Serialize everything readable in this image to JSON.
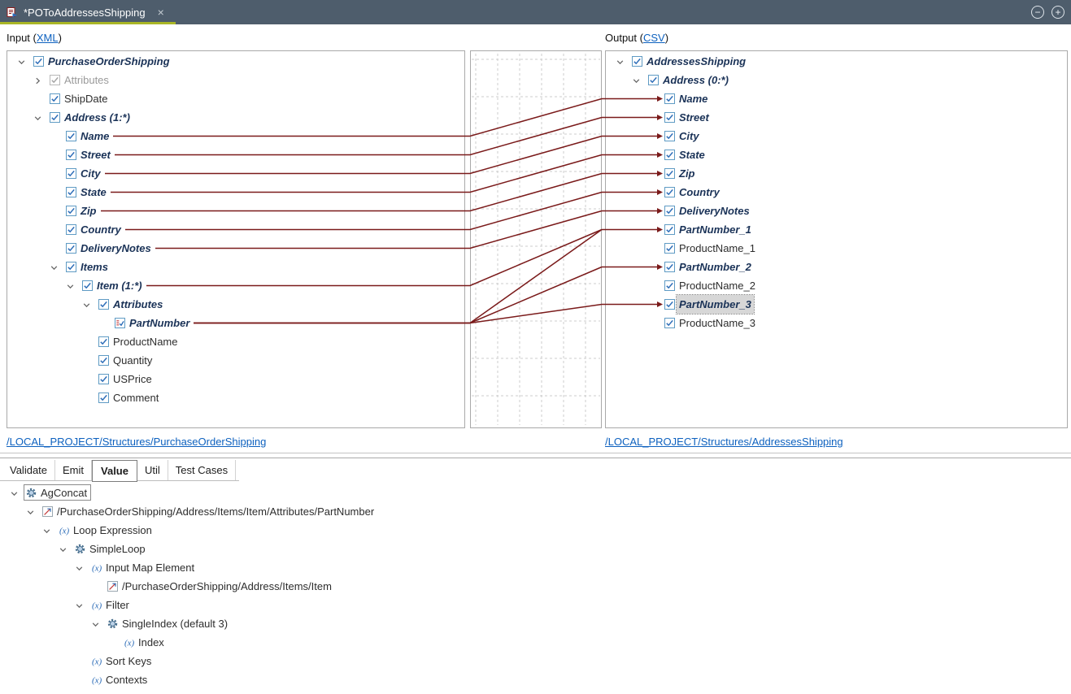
{
  "window": {
    "tab_title": "*POToAddressesShipping",
    "close_glyph": "×",
    "collapse_glyph": "−",
    "expand_glyph": "+",
    "tabbar_color": "#4e5d6c",
    "active_tab_underline_color": "#a9b626"
  },
  "mapper": {
    "input_label_prefix": "Input (",
    "input_label_link": "XML",
    "input_label_suffix": ")",
    "output_label_prefix": "Output (",
    "output_label_link": "CSV",
    "output_label_suffix": ")",
    "input_source_link": "/LOCAL_PROJECT/Structures/PurchaseOrderShipping",
    "output_source_link": "/LOCAL_PROJECT/Structures/AddressesShipping",
    "wire_color": "#7a1a1a",
    "link_color": "#0d61bf",
    "input_tree": [
      {
        "label": "PurchaseOrderShipping",
        "level": 0,
        "chevron": "open",
        "icon": "element",
        "emphasis": "strong"
      },
      {
        "label": "Attributes",
        "key": "InAttributesRoot",
        "level": 1,
        "chevron": "closed",
        "icon": "element-muted",
        "emphasis": "muted"
      },
      {
        "label": "ShipDate",
        "level": 1,
        "chevron": "none",
        "icon": "element",
        "emphasis": "normal"
      },
      {
        "label": "Address (1:*)",
        "key": "Address",
        "level": 1,
        "chevron": "open",
        "icon": "element",
        "emphasis": "strong"
      },
      {
        "label": "Name",
        "level": 2,
        "chevron": "none",
        "icon": "element",
        "emphasis": "strong"
      },
      {
        "label": "Street",
        "level": 2,
        "chevron": "none",
        "icon": "element",
        "emphasis": "strong"
      },
      {
        "label": "City",
        "level": 2,
        "chevron": "none",
        "icon": "element",
        "emphasis": "strong"
      },
      {
        "label": "State",
        "level": 2,
        "chevron": "none",
        "icon": "element",
        "emphasis": "strong"
      },
      {
        "label": "Zip",
        "level": 2,
        "chevron": "none",
        "icon": "element",
        "emphasis": "strong"
      },
      {
        "label": "Country",
        "level": 2,
        "chevron": "none",
        "icon": "element",
        "emphasis": "strong"
      },
      {
        "label": "DeliveryNotes",
        "level": 2,
        "chevron": "none",
        "icon": "element",
        "emphasis": "strong"
      },
      {
        "label": "Items",
        "level": 2,
        "chevron": "open",
        "icon": "element",
        "emphasis": "strong"
      },
      {
        "label": "Item (1:*)",
        "key": "Item",
        "level": 3,
        "chevron": "open",
        "icon": "element",
        "emphasis": "strong"
      },
      {
        "label": "Attributes",
        "key": "InAttributesItem",
        "level": 4,
        "chevron": "open",
        "icon": "element",
        "emphasis": "strong"
      },
      {
        "label": "PartNumber",
        "level": 5,
        "chevron": "none",
        "icon": "attribute",
        "emphasis": "strong"
      },
      {
        "label": "ProductName",
        "level": 4,
        "chevron": "none",
        "icon": "element",
        "emphasis": "normal"
      },
      {
        "label": "Quantity",
        "level": 4,
        "chevron": "none",
        "icon": "element",
        "emphasis": "normal"
      },
      {
        "label": "USPrice",
        "level": 4,
        "chevron": "none",
        "icon": "element",
        "emphasis": "normal"
      },
      {
        "label": "Comment",
        "level": 4,
        "chevron": "none",
        "icon": "element",
        "emphasis": "normal"
      }
    ],
    "output_tree": [
      {
        "label": "AddressesShipping",
        "level": 0,
        "chevron": "open",
        "icon": "element",
        "emphasis": "strong"
      },
      {
        "label": "Address (0:*)",
        "key": "AddressOut",
        "level": 1,
        "chevron": "open",
        "icon": "element",
        "emphasis": "strong"
      },
      {
        "label": "Name",
        "level": 2,
        "chevron": "none",
        "icon": "element",
        "emphasis": "strong",
        "arrow": true
      },
      {
        "label": "Street",
        "level": 2,
        "chevron": "none",
        "icon": "element",
        "emphasis": "strong",
        "arrow": true
      },
      {
        "label": "City",
        "level": 2,
        "chevron": "none",
        "icon": "element",
        "emphasis": "strong",
        "arrow": true
      },
      {
        "label": "State",
        "level": 2,
        "chevron": "none",
        "icon": "element",
        "emphasis": "strong",
        "arrow": true
      },
      {
        "label": "Zip",
        "level": 2,
        "chevron": "none",
        "icon": "element",
        "emphasis": "strong",
        "arrow": true
      },
      {
        "label": "Country",
        "level": 2,
        "chevron": "none",
        "icon": "element",
        "emphasis": "strong",
        "arrow": true
      },
      {
        "label": "DeliveryNotes",
        "level": 2,
        "chevron": "none",
        "icon": "element",
        "emphasis": "strong",
        "arrow": true
      },
      {
        "label": "PartNumber_1",
        "level": 2,
        "chevron": "none",
        "icon": "element",
        "emphasis": "strong",
        "arrow": true
      },
      {
        "label": "ProductName_1",
        "level": 2,
        "chevron": "none",
        "icon": "element",
        "emphasis": "normal"
      },
      {
        "label": "PartNumber_2",
        "level": 2,
        "chevron": "none",
        "icon": "element",
        "emphasis": "strong",
        "arrow": true
      },
      {
        "label": "ProductName_2",
        "level": 2,
        "chevron": "none",
        "icon": "element",
        "emphasis": "normal"
      },
      {
        "label": "PartNumber_3",
        "level": 2,
        "chevron": "none",
        "icon": "element",
        "emphasis": "strong",
        "arrow": true,
        "selected": true
      },
      {
        "label": "ProductName_3",
        "level": 2,
        "chevron": "none",
        "icon": "element",
        "emphasis": "normal"
      }
    ],
    "connections": [
      {
        "from": "Name",
        "to": "Name"
      },
      {
        "from": "Street",
        "to": "Street"
      },
      {
        "from": "City",
        "to": "City"
      },
      {
        "from": "State",
        "to": "State"
      },
      {
        "from": "Zip",
        "to": "Zip"
      },
      {
        "from": "Country",
        "to": "Country"
      },
      {
        "from": "DeliveryNotes",
        "to": "DeliveryNotes"
      },
      {
        "from": "Item",
        "to": "PartNumber_1"
      },
      {
        "from": "PartNumber",
        "to": "PartNumber_1"
      },
      {
        "from": "PartNumber",
        "to": "PartNumber_2"
      },
      {
        "from": "PartNumber",
        "to": "PartNumber_3"
      }
    ]
  },
  "bottom_panel": {
    "tabs": [
      {
        "label": "Validate"
      },
      {
        "label": "Emit"
      },
      {
        "label": "Value",
        "active": true
      },
      {
        "label": "Util"
      },
      {
        "label": "Test Cases"
      }
    ],
    "tree": [
      {
        "label": "AgConcat",
        "level": 0,
        "chevron": "open",
        "icon": "gear",
        "emphasis": "normal",
        "boxed": true
      },
      {
        "label": "/PurchaseOrderShipping/Address/Items/Item/Attributes/PartNumber",
        "level": 1,
        "chevron": "open",
        "icon": "map",
        "emphasis": "normal"
      },
      {
        "label": "Loop Expression",
        "level": 2,
        "chevron": "open",
        "icon": "fx",
        "emphasis": "normal"
      },
      {
        "label": "SimpleLoop",
        "level": 3,
        "chevron": "open",
        "icon": "gear",
        "emphasis": "normal"
      },
      {
        "label": "Input Map Element",
        "level": 4,
        "chevron": "open",
        "icon": "fx",
        "emphasis": "normal"
      },
      {
        "label": "/PurchaseOrderShipping/Address/Items/Item",
        "level": 5,
        "chevron": "none",
        "icon": "map",
        "emphasis": "normal"
      },
      {
        "label": "Filter",
        "level": 4,
        "chevron": "open",
        "icon": "fx",
        "emphasis": "normal"
      },
      {
        "label": "SingleIndex (default 3)",
        "level": 5,
        "chevron": "open",
        "icon": "gear",
        "emphasis": "normal"
      },
      {
        "label": "Index",
        "level": 6,
        "chevron": "none",
        "icon": "fx",
        "emphasis": "normal"
      },
      {
        "label": "Sort Keys",
        "level": 4,
        "chevron": "none",
        "icon": "fx",
        "emphasis": "normal"
      },
      {
        "label": "Contexts",
        "level": 4,
        "chevron": "none",
        "icon": "fx",
        "emphasis": "normal"
      }
    ]
  }
}
